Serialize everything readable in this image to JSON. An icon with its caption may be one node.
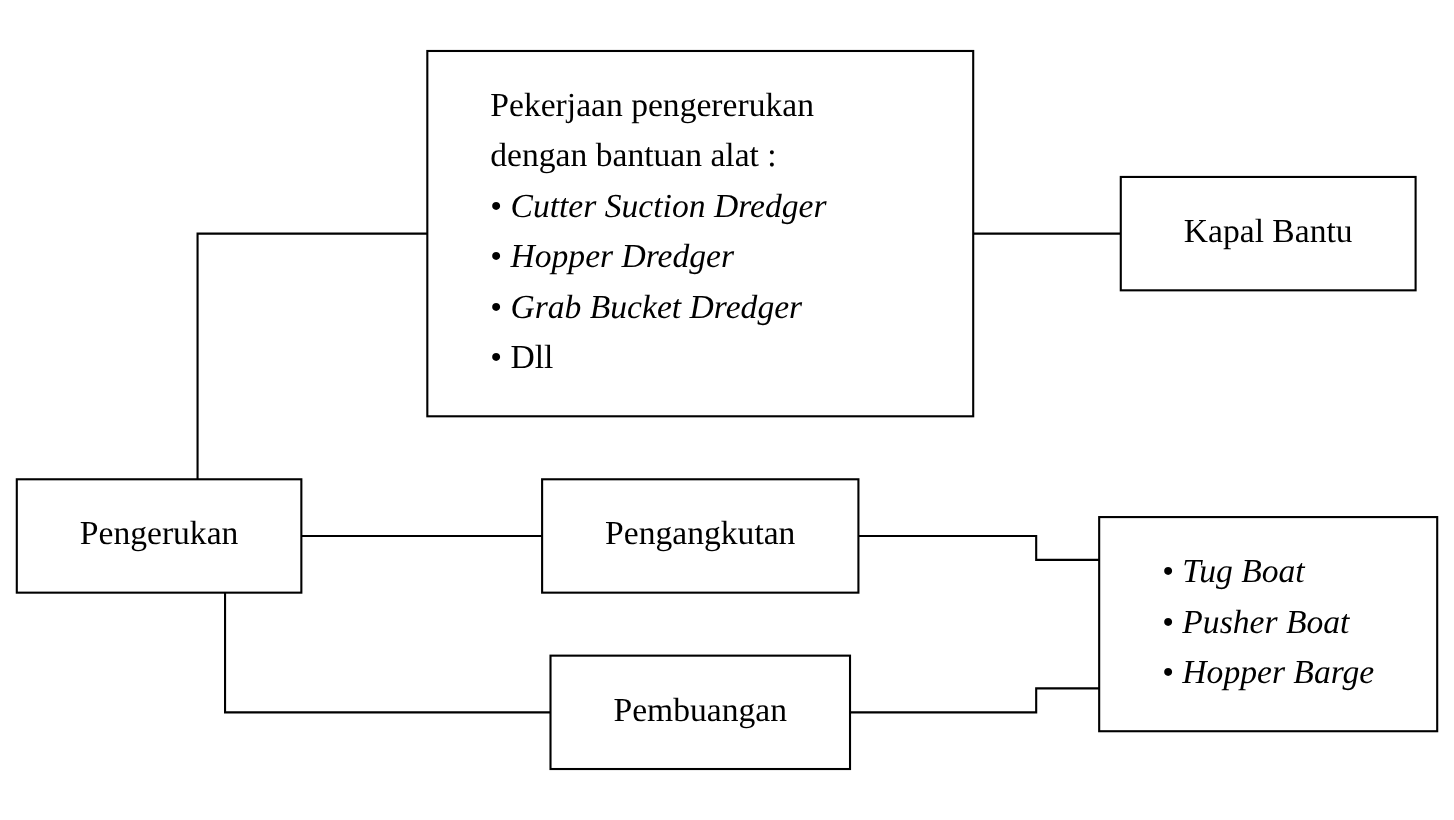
{
  "diagram": {
    "nodes": [
      {
        "text": [
          "Pengerukan"
        ]
      },
      {
        "text": [
          "Pekerjaan pengererukan dengan bantuan alat :",
          "• *Cutter Suction Dredger*",
          "• *Hopper Dredger*",
          "• *Grab Bucket Dredger*",
          "• Dll"
        ]
      },
      {
        "text": [
          "Kapal Bantu"
        ]
      },
      {
        "text": [
          "Pengangkutan"
        ]
      },
      {
        "text": [
          "Pembuangan"
        ]
      },
      {
        "text": [
          "• *Tug Boat*",
          "• *Pusher Boat*",
          "• *Hopper Barge*"
        ]
      }
    ],
    "edges": [
      {
        "from": 0,
        "to": 1,
        "arrow": "none"
      },
      {
        "from": 0,
        "to": 3,
        "arrow": "none"
      },
      {
        "from": 0,
        "to": 4,
        "arrow": "none"
      },
      {
        "from": 1,
        "to": 2,
        "arrow": "none"
      },
      {
        "from": 3,
        "to": 5,
        "arrow": "none"
      },
      {
        "from": 4,
        "to": 5,
        "arrow": "none"
      }
    ]
  }
}
